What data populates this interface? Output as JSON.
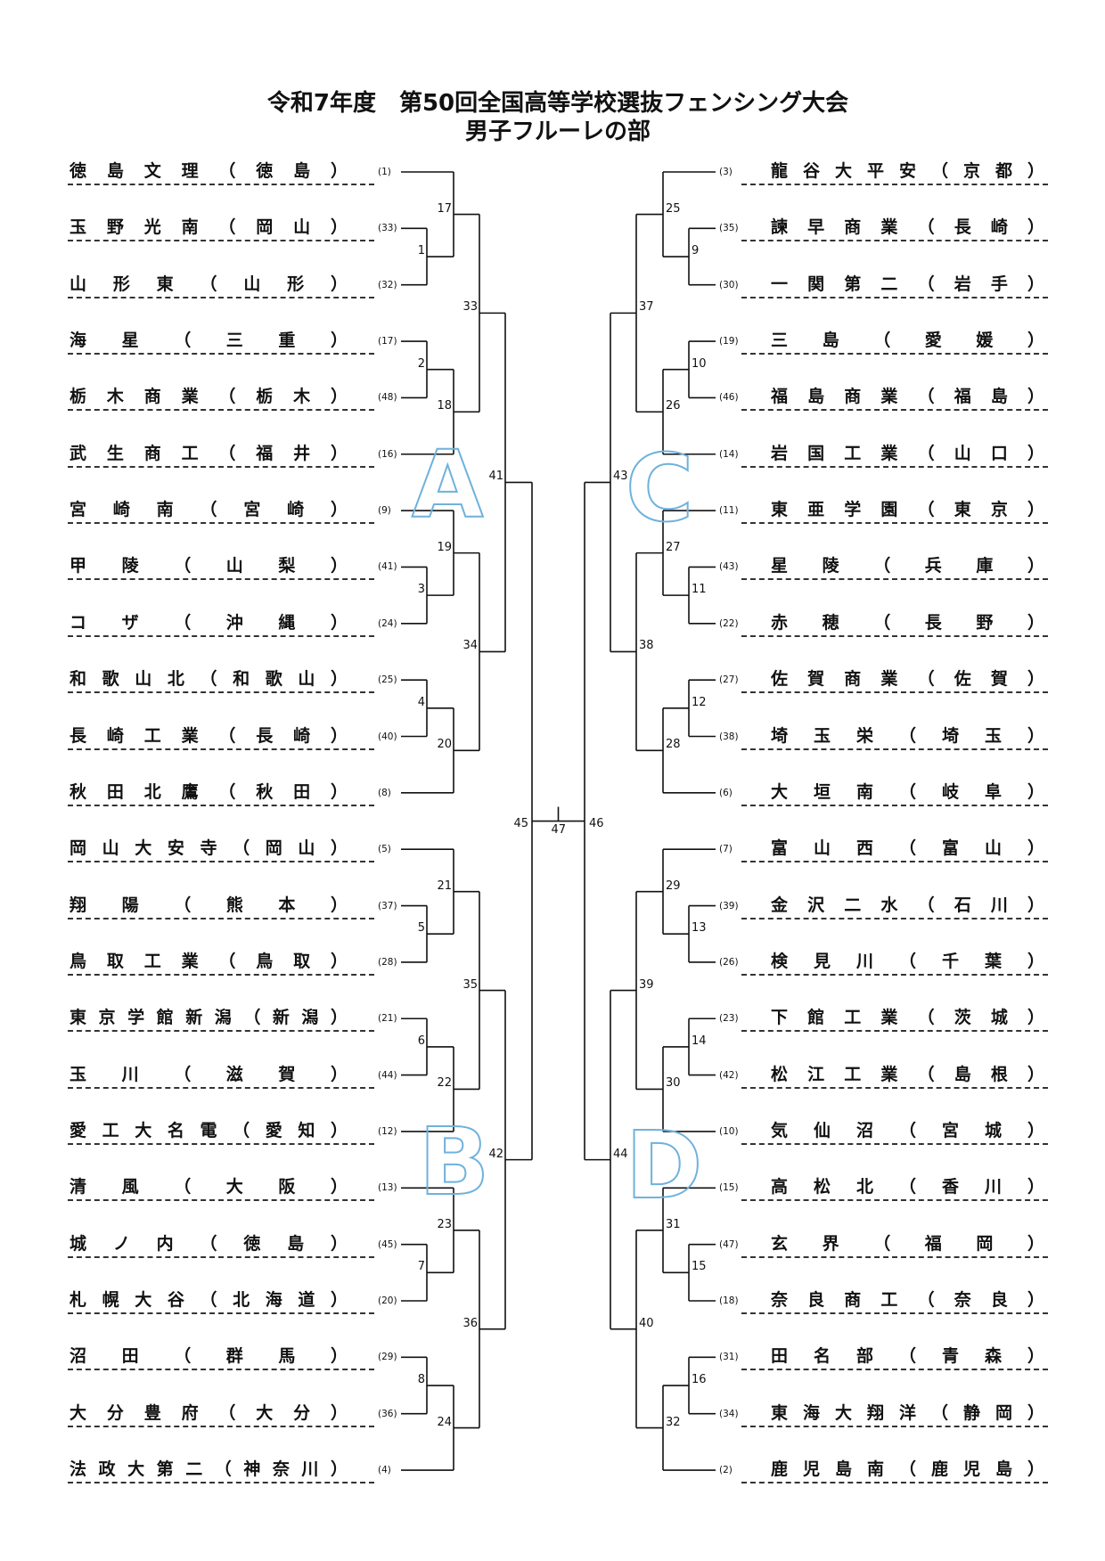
{
  "title": {
    "line1": "令和7年度　第50回全国高等学校選抜フェンシング大会",
    "line2": "男子フルーレの部"
  },
  "pool_letters": [
    "A",
    "B",
    "C",
    "D"
  ],
  "left_teams": [
    {
      "seed": 1,
      "seed_label": "(1)",
      "name": "徳島文理（徳島）"
    },
    {
      "seed": 33,
      "seed_label": "(33)",
      "name": "玉野光南（岡山）"
    },
    {
      "seed": 32,
      "seed_label": "(32)",
      "name": "山形東（山形）"
    },
    {
      "seed": 17,
      "seed_label": "(17)",
      "name": "海星（三重）"
    },
    {
      "seed": 48,
      "seed_label": "(48)",
      "name": "栃木商業（栃木）"
    },
    {
      "seed": 16,
      "seed_label": "(16)",
      "name": "武生商工（福井）"
    },
    {
      "seed": 9,
      "seed_label": "(9)",
      "name": "宮崎南（宮崎）"
    },
    {
      "seed": 41,
      "seed_label": "(41)",
      "name": "甲陵（山梨）"
    },
    {
      "seed": 24,
      "seed_label": "(24)",
      "name": "コザ（沖縄）"
    },
    {
      "seed": 25,
      "seed_label": "(25)",
      "name": "和歌山北（和歌山）"
    },
    {
      "seed": 40,
      "seed_label": "(40)",
      "name": "長崎工業（長崎）"
    },
    {
      "seed": 8,
      "seed_label": "(8)",
      "name": "秋田北鷹（秋田）"
    },
    {
      "seed": 5,
      "seed_label": "(5)",
      "name": "岡山大安寺（岡山）"
    },
    {
      "seed": 37,
      "seed_label": "(37)",
      "name": "翔陽（熊本）"
    },
    {
      "seed": 28,
      "seed_label": "(28)",
      "name": "鳥取工業（鳥取）"
    },
    {
      "seed": 21,
      "seed_label": "(21)",
      "name": "東京学館新潟（新潟）"
    },
    {
      "seed": 44,
      "seed_label": "(44)",
      "name": "玉川（滋賀）"
    },
    {
      "seed": 12,
      "seed_label": "(12)",
      "name": "愛工大名電（愛知）"
    },
    {
      "seed": 13,
      "seed_label": "(13)",
      "name": "清風（大阪）"
    },
    {
      "seed": 45,
      "seed_label": "(45)",
      "name": "城ノ内（徳島）"
    },
    {
      "seed": 20,
      "seed_label": "(20)",
      "name": "札幌大谷（北海道）"
    },
    {
      "seed": 29,
      "seed_label": "(29)",
      "name": "沼田（群馬）"
    },
    {
      "seed": 36,
      "seed_label": "(36)",
      "name": "大分豊府（大分）"
    },
    {
      "seed": 4,
      "seed_label": "(4)",
      "name": "法政大第二（神奈川）"
    }
  ],
  "right_teams": [
    {
      "seed": 3,
      "seed_label": "(3)",
      "name": "龍谷大平安（京都）"
    },
    {
      "seed": 35,
      "seed_label": "(35)",
      "name": "諫早商業（長崎）"
    },
    {
      "seed": 30,
      "seed_label": "(30)",
      "name": "一関第二（岩手）"
    },
    {
      "seed": 19,
      "seed_label": "(19)",
      "name": "三島（愛媛）"
    },
    {
      "seed": 46,
      "seed_label": "(46)",
      "name": "福島商業（福島）"
    },
    {
      "seed": 14,
      "seed_label": "(14)",
      "name": "岩国工業（山口）"
    },
    {
      "seed": 11,
      "seed_label": "(11)",
      "name": "東亜学園（東京）"
    },
    {
      "seed": 43,
      "seed_label": "(43)",
      "name": "星陵（兵庫）"
    },
    {
      "seed": 22,
      "seed_label": "(22)",
      "name": "赤穂（長野）"
    },
    {
      "seed": 27,
      "seed_label": "(27)",
      "name": "佐賀商業（佐賀）"
    },
    {
      "seed": 38,
      "seed_label": "(38)",
      "name": "埼玉栄（埼玉）"
    },
    {
      "seed": 6,
      "seed_label": "(6)",
      "name": "大垣南（岐阜）"
    },
    {
      "seed": 7,
      "seed_label": "(7)",
      "name": "富山西（富山）"
    },
    {
      "seed": 39,
      "seed_label": "(39)",
      "name": "金沢二水（石川）"
    },
    {
      "seed": 26,
      "seed_label": "(26)",
      "name": "検見川（千葉）"
    },
    {
      "seed": 23,
      "seed_label": "(23)",
      "name": "下館工業（茨城）"
    },
    {
      "seed": 42,
      "seed_label": "(42)",
      "name": "松江工業（島根）"
    },
    {
      "seed": 10,
      "seed_label": "(10)",
      "name": "気仙沼（宮城）"
    },
    {
      "seed": 15,
      "seed_label": "(15)",
      "name": "高松北（香川）"
    },
    {
      "seed": 47,
      "seed_label": "(47)",
      "name": "玄界（福岡）"
    },
    {
      "seed": 18,
      "seed_label": "(18)",
      "name": "奈良商工（奈良）"
    },
    {
      "seed": 31,
      "seed_label": "(31)",
      "name": "田名部（青森）"
    },
    {
      "seed": 34,
      "seed_label": "(34)",
      "name": "東海大翔洋（静岡）"
    },
    {
      "seed": 2,
      "seed_label": "(2)",
      "name": "鹿児島南（鹿児島）"
    }
  ],
  "bracket": {
    "final_label": "47",
    "left": {
      "m": "45",
      "c": [
        {
          "m": "41",
          "c": [
            {
              "m": "33",
              "c": [
                {
                  "m": "17",
                  "c": [
                    1,
                    {
                      "m": "1",
                      "c": [
                        33,
                        32
                      ]
                    }
                  ]
                },
                {
                  "m": "18",
                  "c": [
                    {
                      "m": "2",
                      "c": [
                        17,
                        48
                      ]
                    },
                    16
                  ]
                }
              ]
            },
            {
              "m": "34",
              "c": [
                {
                  "m": "19",
                  "c": [
                    9,
                    {
                      "m": "3",
                      "c": [
                        41,
                        24
                      ]
                    }
                  ]
                },
                {
                  "m": "20",
                  "c": [
                    {
                      "m": "4",
                      "c": [
                        25,
                        40
                      ]
                    },
                    8
                  ]
                }
              ]
            }
          ]
        },
        {
          "m": "42",
          "c": [
            {
              "m": "35",
              "c": [
                {
                  "m": "21",
                  "c": [
                    5,
                    {
                      "m": "5",
                      "c": [
                        37,
                        28
                      ]
                    }
                  ]
                },
                {
                  "m": "22",
                  "c": [
                    {
                      "m": "6",
                      "c": [
                        21,
                        44
                      ]
                    },
                    12
                  ]
                }
              ]
            },
            {
              "m": "36",
              "c": [
                {
                  "m": "23",
                  "c": [
                    13,
                    {
                      "m": "7",
                      "c": [
                        45,
                        20
                      ]
                    }
                  ]
                },
                {
                  "m": "24",
                  "c": [
                    {
                      "m": "8",
                      "c": [
                        29,
                        36
                      ]
                    },
                    4
                  ]
                }
              ]
            }
          ]
        }
      ]
    },
    "right": {
      "m": "46",
      "c": [
        {
          "m": "43",
          "c": [
            {
              "m": "37",
              "c": [
                {
                  "m": "25",
                  "c": [
                    3,
                    {
                      "m": "9",
                      "c": [
                        35,
                        30
                      ]
                    }
                  ]
                },
                {
                  "m": "26",
                  "c": [
                    {
                      "m": "10",
                      "c": [
                        19,
                        46
                      ]
                    },
                    14
                  ]
                }
              ]
            },
            {
              "m": "38",
              "c": [
                {
                  "m": "27",
                  "c": [
                    11,
                    {
                      "m": "11",
                      "c": [
                        43,
                        22
                      ]
                    }
                  ]
                },
                {
                  "m": "28",
                  "c": [
                    {
                      "m": "12",
                      "c": [
                        27,
                        38
                      ]
                    },
                    6
                  ]
                }
              ]
            }
          ]
        },
        {
          "m": "44",
          "c": [
            {
              "m": "39",
              "c": [
                {
                  "m": "29",
                  "c": [
                    7,
                    {
                      "m": "13",
                      "c": [
                        39,
                        26
                      ]
                    }
                  ]
                },
                {
                  "m": "30",
                  "c": [
                    {
                      "m": "14",
                      "c": [
                        23,
                        42
                      ]
                    },
                    10
                  ]
                }
              ]
            },
            {
              "m": "40",
              "c": [
                {
                  "m": "31",
                  "c": [
                    15,
                    {
                      "m": "15",
                      "c": [
                        47,
                        18
                      ]
                    }
                  ]
                },
                {
                  "m": "32",
                  "c": [
                    {
                      "m": "16",
                      "c": [
                        31,
                        34
                      ]
                    },
                    2
                  ]
                }
              ]
            }
          ]
        }
      ]
    }
  },
  "colors": {
    "pool_letter_outline": "#6fb2dc",
    "line": "#111111"
  }
}
